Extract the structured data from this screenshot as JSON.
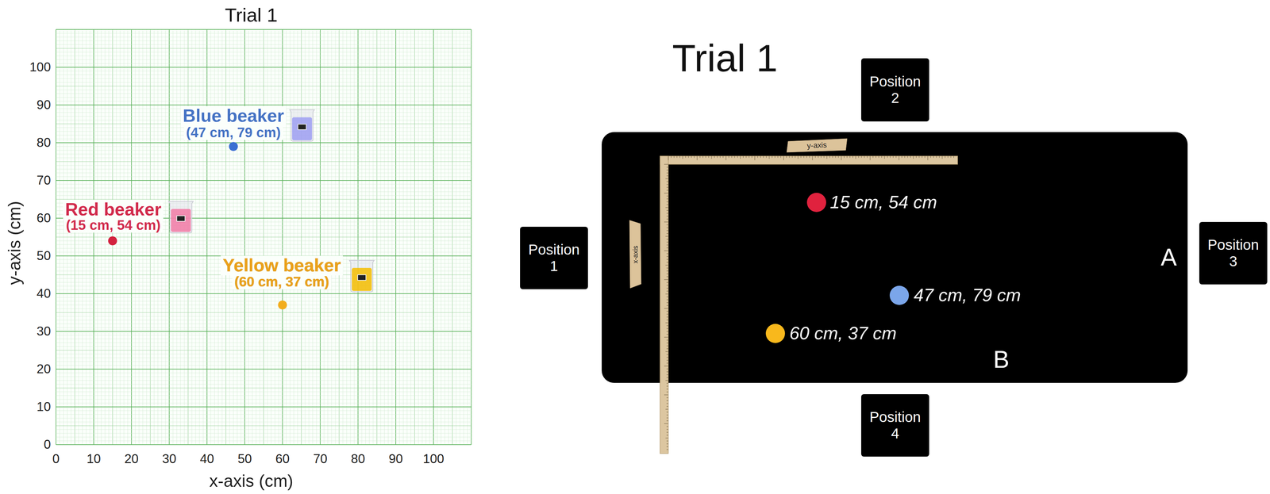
{
  "diagram": {
    "title": "Trial 1",
    "nodes": [
      {
        "text": [
          "Position 1"
        ]
      },
      {
        "text": [
          "Position 2"
        ]
      },
      {
        "text": [
          "Position 3"
        ]
      },
      {
        "text": [
          "Position 4"
        ]
      }
    ],
    "labels": [
      "0",
      "10",
      "20",
      "30",
      "40",
      "50",
      "60",
      "70",
      "80",
      "90",
      "100",
      "0",
      "10",
      "20",
      "30",
      "40",
      "50",
      "60",
      "70",
      "80",
      "90",
      "100",
      "y-axis (cm)",
      "x-axis (cm)",
      "Blue beaker",
      "(47 cm, 79 cm)",
      "Red beaker",
      "(15 cm, 54 cm)",
      "Yellow beaker",
      "(60 cm, 37 cm)",
      "Trial 1",
      "y-axis",
      "x-axis",
      "15 cm, 54 cm",
      "47 cm, 79 cm",
      "60 cm, 37 cm",
      "A",
      "B"
    ]
  }
}
